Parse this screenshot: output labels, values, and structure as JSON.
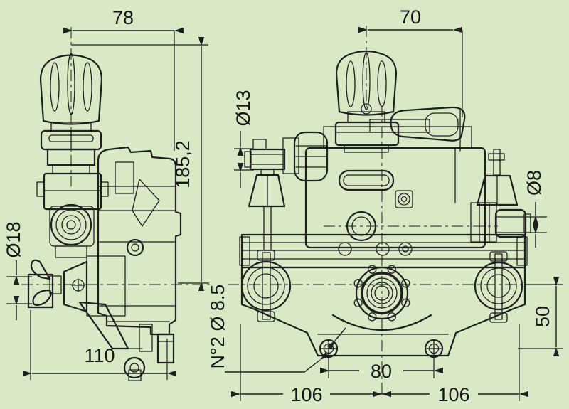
{
  "drawing": {
    "type": "technical-dimension-drawing",
    "subject": "diaphragm pump, two orthographic views",
    "background_color": "#d9e8c5",
    "line_color": "#1f1f1f",
    "views": {
      "left": "side view",
      "right": "front view"
    },
    "dimensions": {
      "knob_offset_side": "78",
      "knob_offset_front": "70",
      "overall_height": "185,2",
      "inlet_port_diameter": "Ø13",
      "side_port_diameter": "Ø18",
      "outlet_port_diameter": "Ø8",
      "mounting_holes_callout": "N°2 Ø 8.5",
      "mounting_hole_height": "50",
      "base_depth": "110",
      "mounting_hole_spacing": "80",
      "half_width_left": "106",
      "half_width_right": "106"
    }
  }
}
